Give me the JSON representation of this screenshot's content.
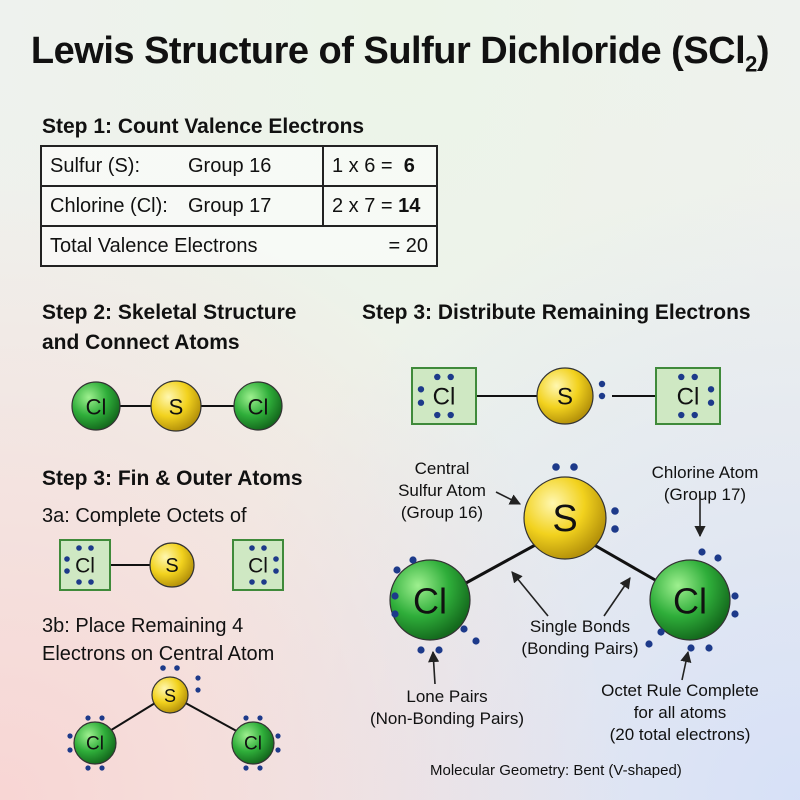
{
  "title": {
    "main": "Lewis Structure of Sulfur Dichloride (SCl",
    "subscript": "2",
    "close": ")"
  },
  "step1": {
    "heading": "Step 1: Count Valence Electrons",
    "rows": [
      {
        "element": "Sulfur (S):",
        "group": "Group 16",
        "calc": "1 x 6 = ",
        "result": "6"
      },
      {
        "element": "Chlorine (Cl):",
        "group": "Group 17",
        "calc": "2 x 7 = ",
        "result": "14"
      }
    ],
    "total_label": "Total Valence Electrons",
    "total_value": "= 20"
  },
  "step2": {
    "heading_line1": "Step 2: Skeletal Structure",
    "heading_line2": "and Connect Atoms"
  },
  "step3_left": {
    "heading": "Step 3: Fin & Outer Atoms",
    "sub_a": "3a: Complete Octets of",
    "sub_b_line1": "3b: Place Remaining 4",
    "sub_b_line2": "Electrons on Central Atom"
  },
  "step3_right": {
    "heading": "Step 3: Distribute Remaining Electrons"
  },
  "atoms": {
    "sulfur": "S",
    "chlorine": "Cl"
  },
  "annotations": {
    "central_line1": "Central",
    "central_line2": "Sulfur Atom",
    "central_line3": "(Group 16)",
    "chlorine_line1": "Chlorine Atom",
    "chlorine_line2": "(Group 17)",
    "bonds_line1": "Single Bonds",
    "bonds_line2": "(Bonding Pairs)",
    "lone_line1": "Lone Pairs",
    "lone_line2": "(Non-Bonding Pairs)",
    "octet_line1": "Octet Rule Complete",
    "octet_line2": "for all atoms",
    "octet_line3": "(20 total electrons)",
    "geometry": "Molecular Geometry: Bent (V-shaped)"
  },
  "colors": {
    "sulfur_fill": "#f2d21e",
    "chlorine_fill": "#2fae3a",
    "electron_dot": "#1d3a8a",
    "box_fill": "#cfe8c3",
    "box_border": "#3f8a3a"
  }
}
